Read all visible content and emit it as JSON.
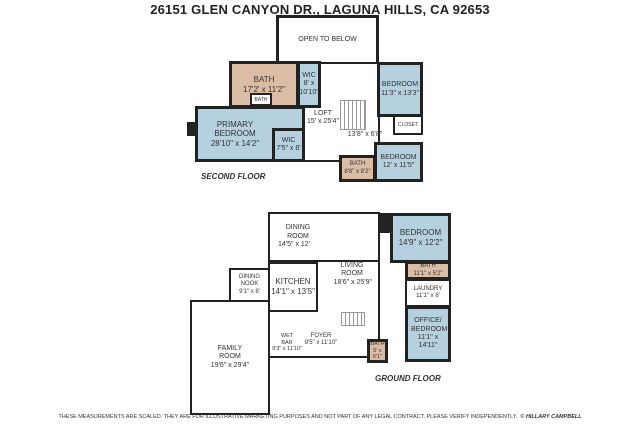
{
  "title": "26151 GLEN CANYON DR., LAGUNA HILLS, CA 92653",
  "second_floor": {
    "label": "SECOND FLOOR",
    "open_to_below": "OPEN TO BELOW",
    "bath": {
      "name": "BATH",
      "dims": "17'2' x 11'2\""
    },
    "bath_small": "BATH",
    "wic1": {
      "name": "WIC",
      "dims": "8' x 10'10\""
    },
    "bedroom1": {
      "name": "BEDROOM",
      "dims": "11'3\" x 13'3\""
    },
    "closet": "CLOSET",
    "loft": {
      "name": "LOFT",
      "dims": "15' x 25'4\""
    },
    "stair_dims": "13'8\" x 6'8\"",
    "primary": {
      "name": "PRIMARY BEDROOM",
      "dims": "28'10\" x 14'2\""
    },
    "wic2": {
      "name": "WIC",
      "dims": "7'5\" x 8'"
    },
    "bath2": {
      "name": "BATH",
      "dims": "8'8\" x 8'2\""
    },
    "bedroom2": {
      "name": "BEDROOM",
      "dims": "12' x 11'5\""
    }
  },
  "ground_floor": {
    "label": "GROUND FLOOR",
    "dining": {
      "name": "DINING ROOM",
      "dims": "14'5\" x 12'"
    },
    "living": {
      "name": "LIVING ROOM",
      "dims": "18'6\" x 25'9\""
    },
    "kitchen": {
      "name": "KITCHEN",
      "dims": "14'1\" x 13'5\""
    },
    "nook": {
      "name": "DINING NOOK",
      "dims": "9'1\" x 8'"
    },
    "bedroom": {
      "name": "BEDROOM",
      "dims": "14'9\" x 12'2\""
    },
    "bath": {
      "name": "BATH",
      "dims": "11'1\" x 5'2\""
    },
    "laundry": {
      "name": "LAUNDRY",
      "dims": "11'1\" x 8'"
    },
    "office": {
      "name": "OFFICE/ BEDROOM",
      "dims": "11'1\" x 14'11\""
    },
    "bath2": {
      "name": "BATH",
      "dims": "5' x 6'1\""
    },
    "foyer": {
      "name": "FOYER",
      "dims": "9'5\" x 11'10\""
    },
    "wetbar": {
      "name": "WET BAR",
      "dims": "9'3\" x 11'10\""
    },
    "family": {
      "name": "FAMILY ROOM",
      "dims": "19'6\" x 29'4\""
    }
  },
  "footer": "THESE MEASUREMENTS ARE SCALED.  THEY ARE FOR ILLUSTRATIVE MARKETING PURPOSES AND NOT PART OF ANY LEGAL CONTRACT.  PLEASE VERIFY INDEPENDENTLY.",
  "credit": "© HILLARY CAMPBELL"
}
